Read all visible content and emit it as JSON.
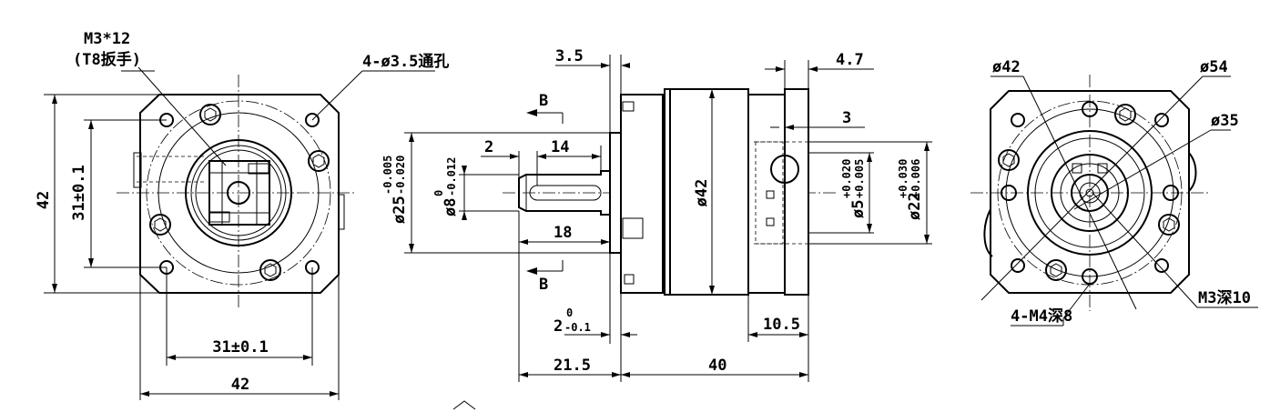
{
  "front_view": {
    "bolt_note": "M3*12",
    "bolt_tool": "(T8扳手)",
    "hole_note": "4-ø3.5通孔",
    "height_outer": "42",
    "height_pitch": "31±0.1",
    "width_pitch": "31±0.1",
    "width_outer": "42"
  },
  "side_view": {
    "flange_thickness": "3.5",
    "right_offset": "4.7",
    "right_step": "3",
    "key_offset": "2",
    "key_length": "14",
    "shaft_length": "18",
    "section_label_top": "B",
    "section_label_bottom": "B",
    "pilot_diameter": "ø25",
    "pilot_tol_upper": "-0.005",
    "pilot_tol_lower": "-0.020",
    "shaft_diameter": "ø8",
    "shaft_tol_upper": "0",
    "shaft_tol_lower": "-0.012",
    "body_diameter": "ø42",
    "input_bore": "ø5",
    "input_tol_upper": "+0.020",
    "input_tol_lower": "+0.005",
    "input_pilot": "ø22",
    "input_pilot_tol_upper": "+0.030",
    "input_pilot_tol_lower": "+0.006",
    "pilot_height": "2",
    "pilot_height_tol_upper": "0",
    "pilot_height_tol_lower": "-0.1",
    "input_length": "10.5",
    "front_length": "21.5",
    "body_length": "40"
  },
  "rear_view": {
    "d_42": "ø42",
    "d_54": "ø54",
    "d_35": "ø35",
    "m3_note": "M3深10",
    "m4_note": "4-M4深8"
  }
}
